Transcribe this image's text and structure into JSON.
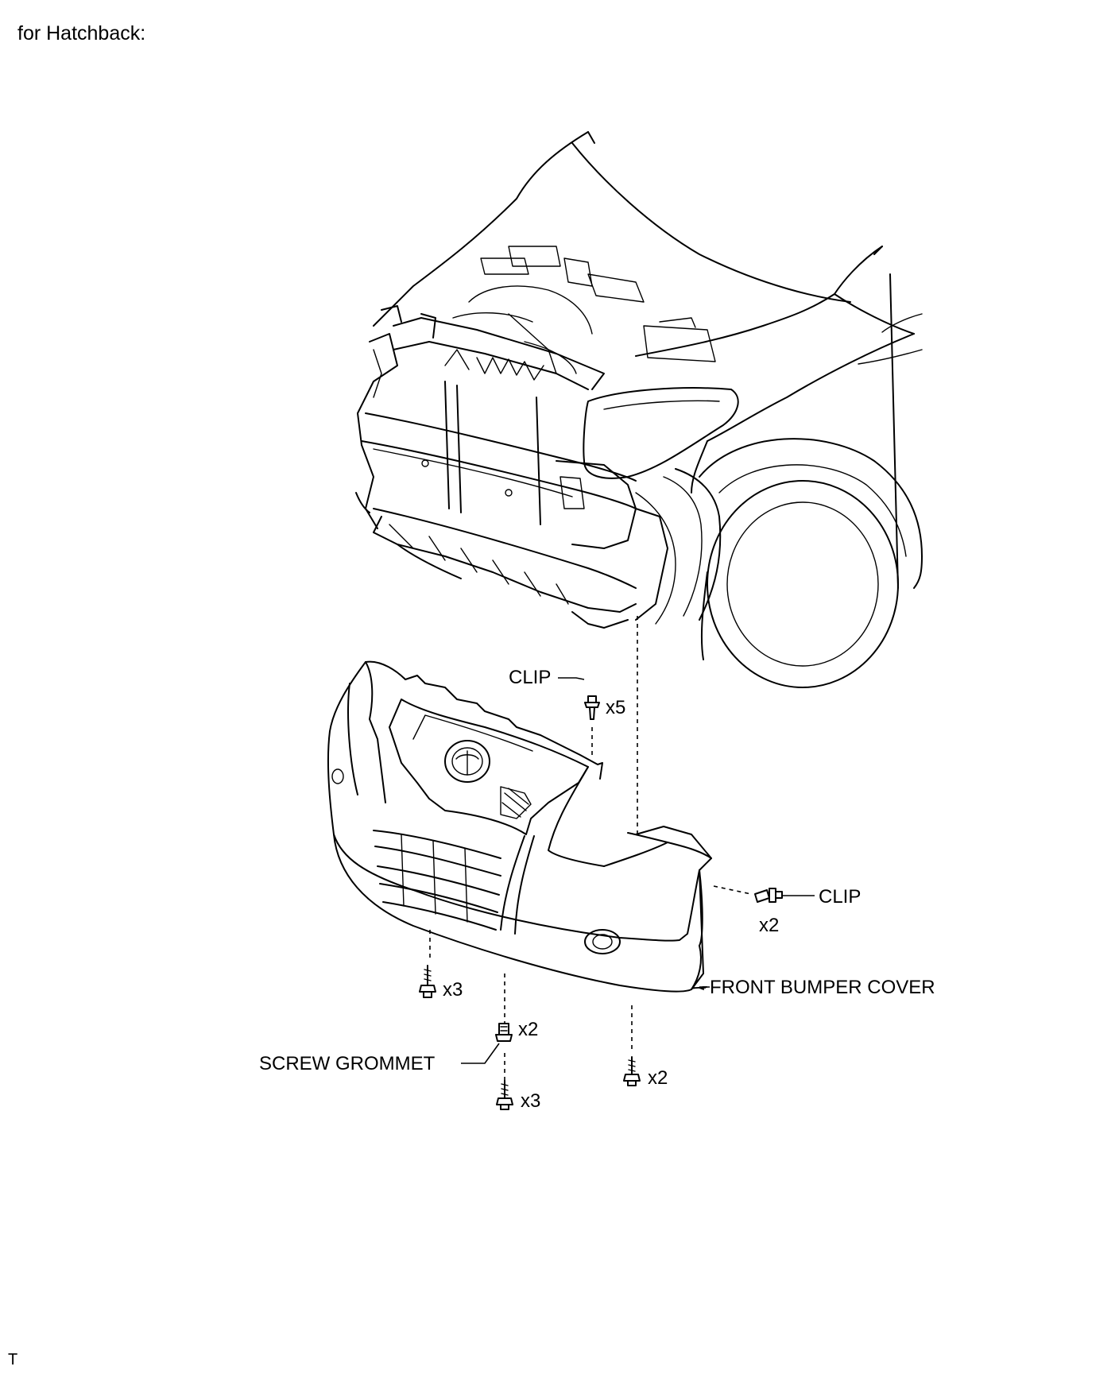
{
  "heading": "for Hatchback:",
  "footer_mark": "T",
  "labels": {
    "clip_top": "CLIP",
    "clip_top_qty": "x5",
    "clip_right": "CLIP",
    "clip_right_qty": "x2",
    "front_bumper_cover": "FRONT BUMPER COVER",
    "screw_left_qty": "x3",
    "screw_grommet": "SCREW GROMMET",
    "screw_grommet_qty": "x2",
    "screw_center_qty": "x3",
    "screw_right_qty": "x2"
  }
}
